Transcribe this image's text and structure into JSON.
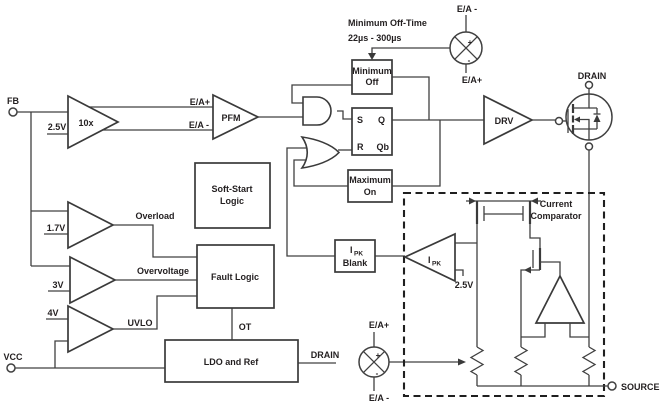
{
  "colors": {
    "line": "#404040",
    "text": "#231f20",
    "background": "#ffffff"
  },
  "pins": {
    "fb": "FB",
    "vcc": "VCC",
    "drain": "DRAIN",
    "source": "SOURCE"
  },
  "error_amp": {
    "gain": "10x",
    "ref": "2.5V",
    "out_plus": "E/A+",
    "out_minus": "E/A -"
  },
  "pfm": {
    "label": "PFM"
  },
  "min_off_time": {
    "title": "Minimum Off-Time",
    "range": "22µs - 300µs"
  },
  "summer_top": {
    "above": "E/A -",
    "plus": "+",
    "minus": "-",
    "below": "E/A+"
  },
  "summer_bottom": {
    "above": "E/A+",
    "plus": "+",
    "minus": "-",
    "below": "E/A -"
  },
  "blocks": {
    "minimum_off": {
      "line1": "Minimum",
      "line2": "Off"
    },
    "maximum_on": {
      "line1": "Maximum",
      "line2": "On"
    },
    "soft_start": {
      "line1": "Soft-Start",
      "line2": "Logic"
    },
    "fault_logic": {
      "label": "Fault Logic",
      "ot": "OT"
    },
    "ldo": {
      "label": "LDO and Ref",
      "drain": "DRAIN"
    },
    "ipk_blank": {
      "sym": "I",
      "sym_sub": "PK",
      "line2": "Blank"
    }
  },
  "flip_flop": {
    "s": "S",
    "q": "Q",
    "r": "R",
    "qb": "Qb"
  },
  "comparators": {
    "overload": {
      "ref": "1.7V",
      "label": "Overload"
    },
    "overvoltage": {
      "ref": "3V",
      "label": "Overvoltage"
    },
    "uvlo": {
      "ref": "4V",
      "label": "UVLO"
    }
  },
  "driver": {
    "label": "DRV"
  },
  "current_comparator": {
    "title1": "Current",
    "title2": "Comparator",
    "ipk_sym": "I",
    "ipk_sub": "PK",
    "ipk_ref": "2.5V"
  }
}
